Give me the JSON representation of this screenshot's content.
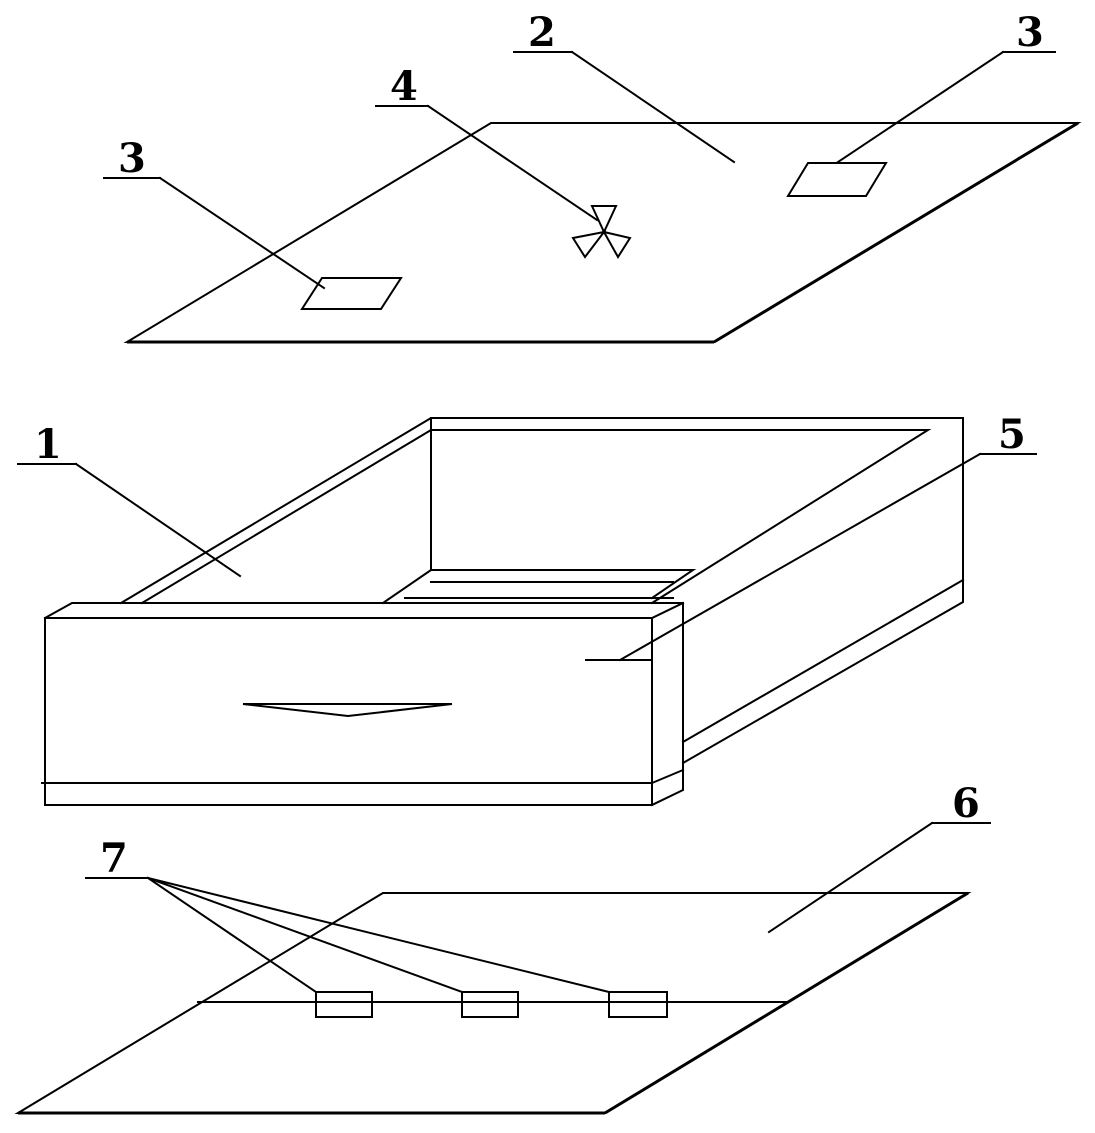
{
  "labels": {
    "l1": "1",
    "l2": "2",
    "l3a": "3",
    "l3b": "3",
    "l4": "4",
    "l5": "5",
    "l6": "6",
    "l7": "7"
  },
  "colors": {
    "stroke": "#000000",
    "background": "#ffffff"
  }
}
